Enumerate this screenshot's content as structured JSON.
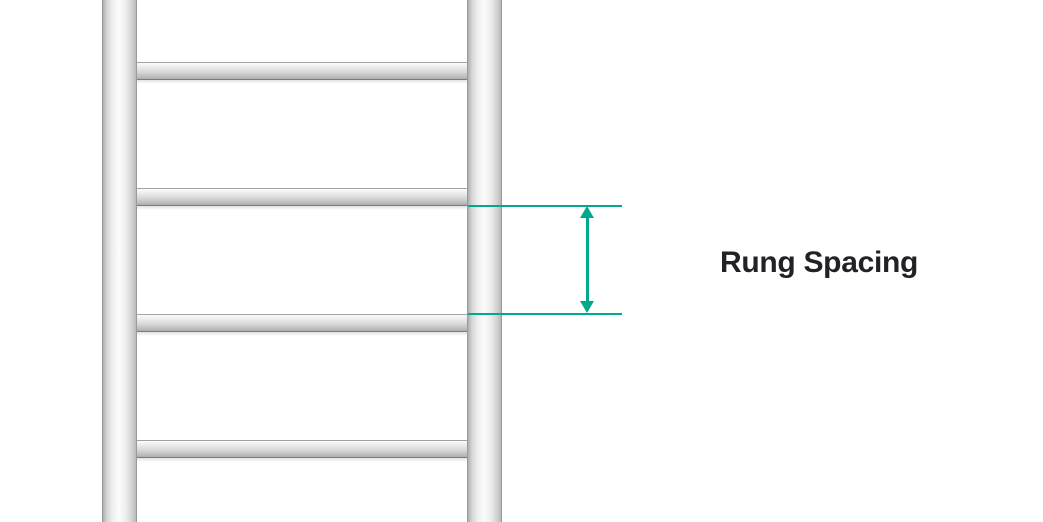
{
  "annotation": {
    "label": "Rung Spacing"
  },
  "ladder": {
    "visible_rungs": 4,
    "rails": 2
  },
  "colors": {
    "accent": "#00A98C",
    "label_text": "#232026",
    "background": "#FFFFFF"
  }
}
